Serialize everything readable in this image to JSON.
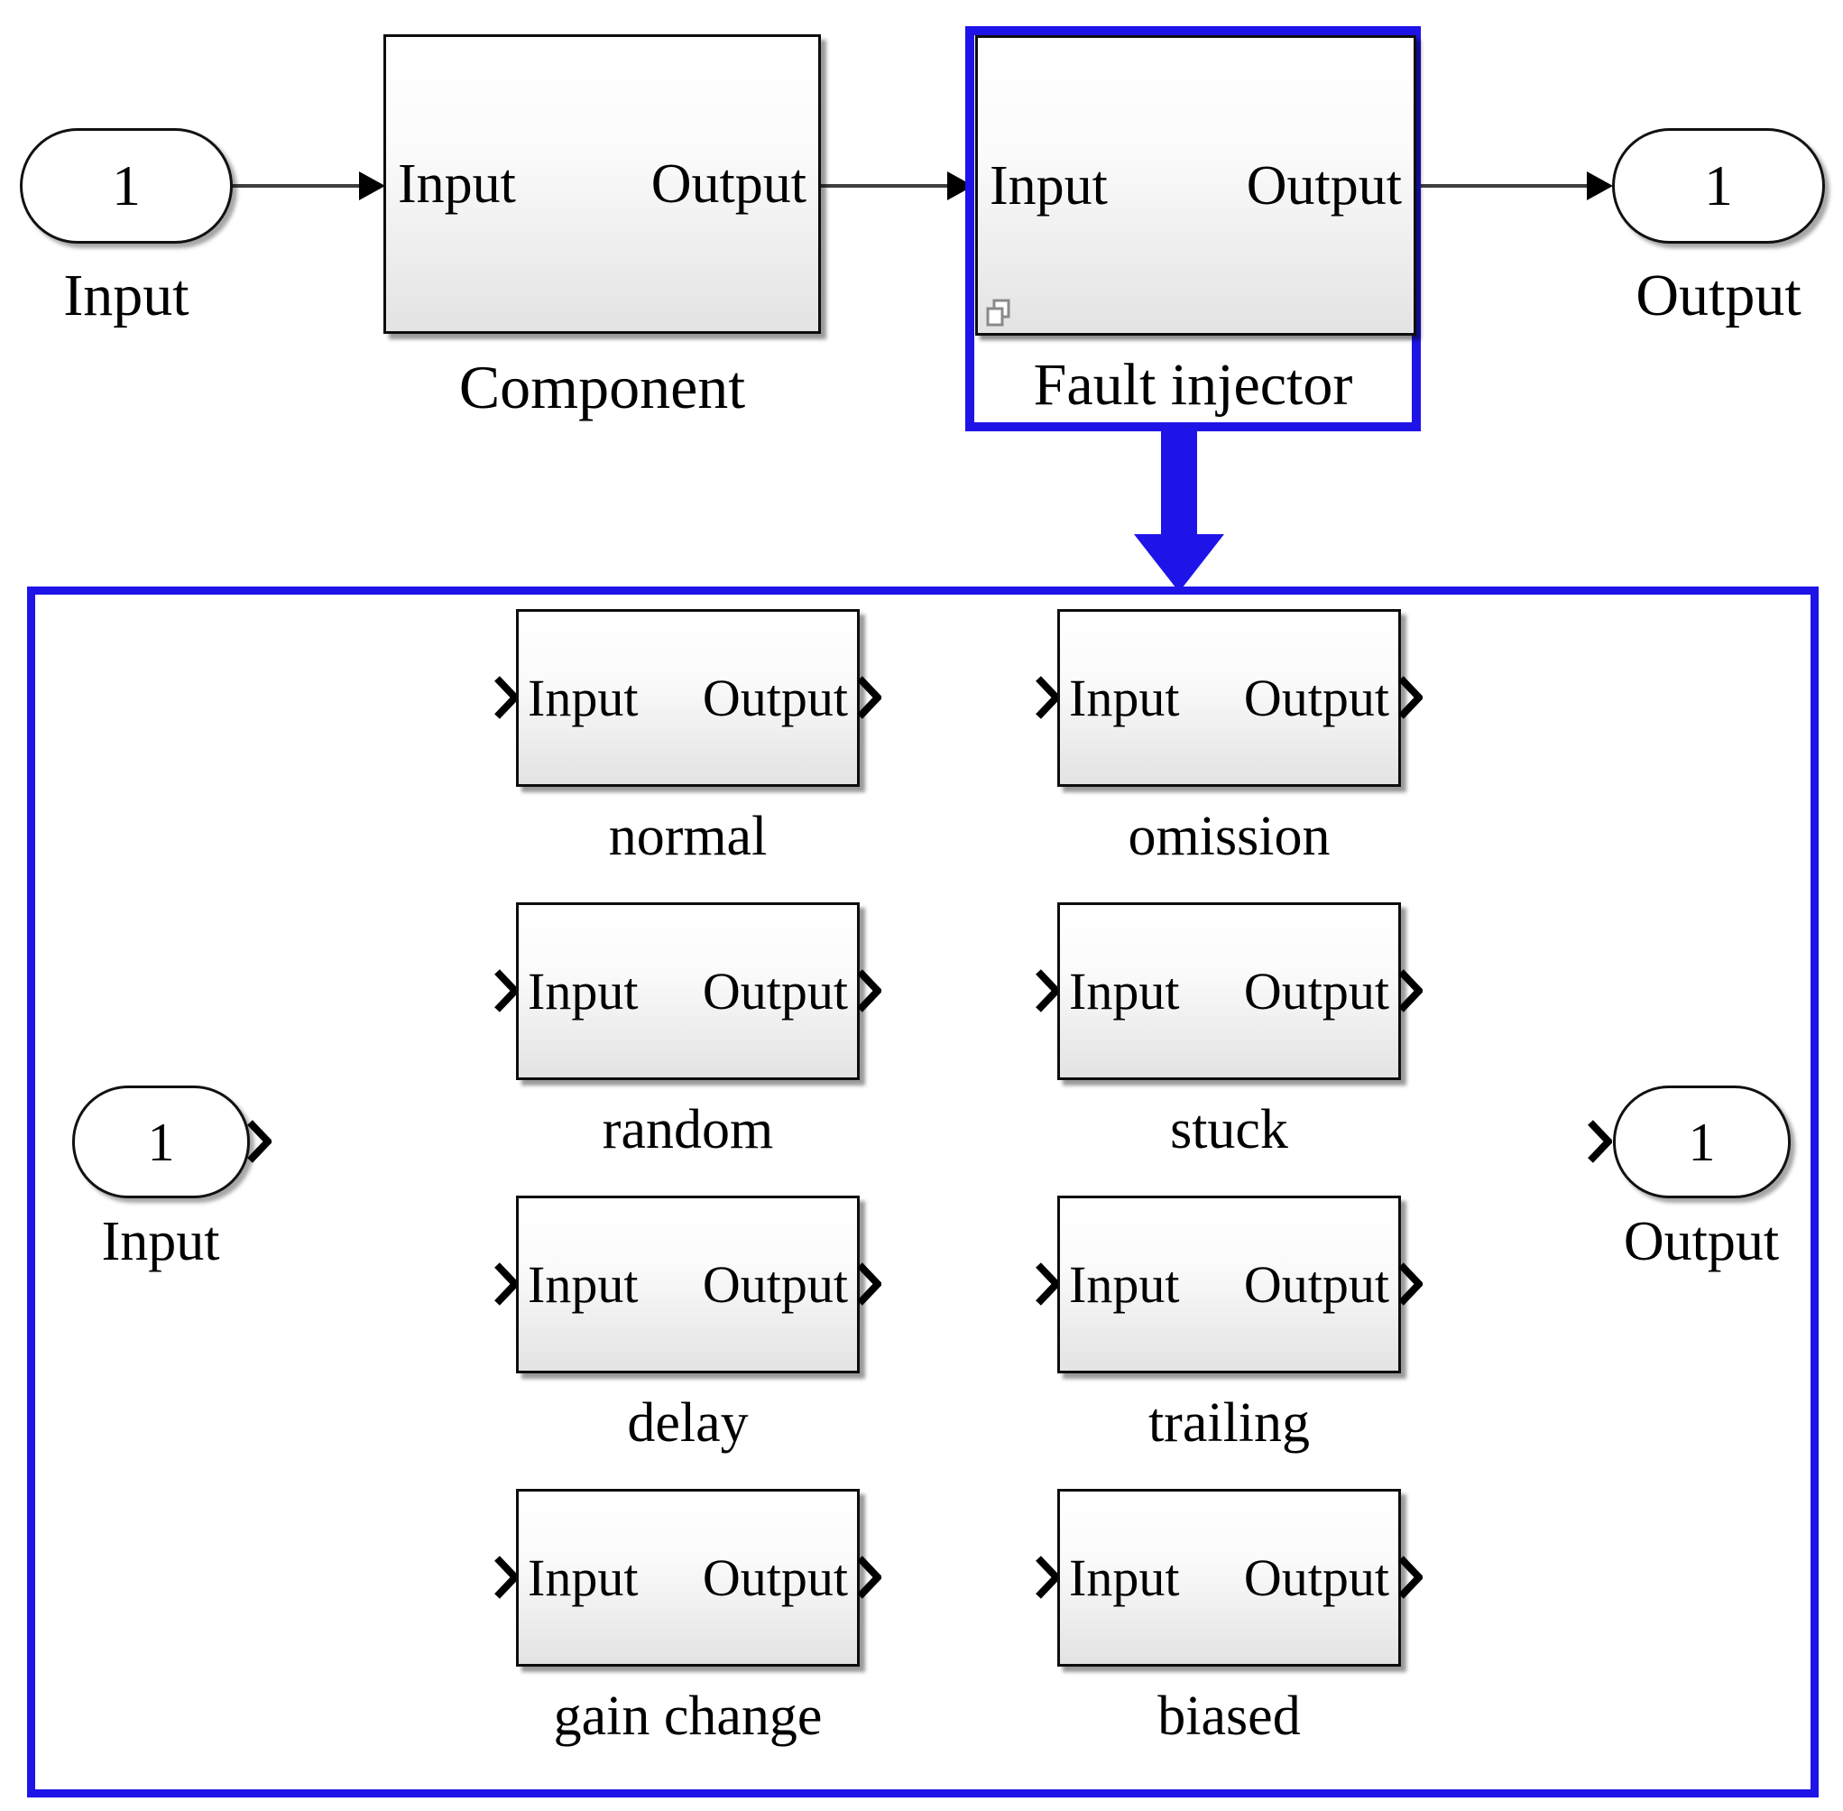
{
  "highlight_color": "#1e14e8",
  "top_row": {
    "input_port": {
      "value": "1",
      "label": "Input"
    },
    "component_block": {
      "label": "Component",
      "input_port_label": "Input",
      "output_port_label": "Output"
    },
    "fault_injector_block": {
      "label": "Fault injector",
      "input_port_label": "Input",
      "output_port_label": "Output"
    },
    "output_port": {
      "value": "1",
      "label": "Output"
    }
  },
  "subsystem": {
    "input_port": {
      "value": "1",
      "label": "Input"
    },
    "output_port": {
      "value": "1",
      "label": "Output"
    },
    "variants": [
      {
        "name": "normal",
        "input_port_label": "Input",
        "output_port_label": "Output"
      },
      {
        "name": "omission",
        "input_port_label": "Input",
        "output_port_label": "Output"
      },
      {
        "name": "random",
        "input_port_label": "Input",
        "output_port_label": "Output"
      },
      {
        "name": "stuck",
        "input_port_label": "Input",
        "output_port_label": "Output"
      },
      {
        "name": "delay",
        "input_port_label": "Input",
        "output_port_label": "Output"
      },
      {
        "name": "trailing",
        "input_port_label": "Input",
        "output_port_label": "Output"
      },
      {
        "name": "gain change",
        "input_port_label": "Input",
        "output_port_label": "Output"
      },
      {
        "name": "biased",
        "input_port_label": "Input",
        "output_port_label": "Output"
      }
    ]
  }
}
